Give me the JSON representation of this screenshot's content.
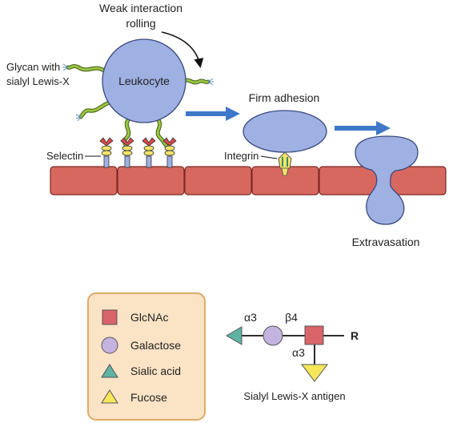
{
  "labels": {
    "weak_interaction": "Weak interaction",
    "rolling": "rolling",
    "glycan_line1": "Glycan with",
    "glycan_line2": "sialyl Lewis-X",
    "leukocyte": "Leukocyte",
    "selectin": "Selectin",
    "firm_adhesion": "Firm adhesion",
    "integrin": "Integrin",
    "extravasation": "Extravasation"
  },
  "legend": {
    "items": [
      {
        "label": "GlcNAc",
        "shape": "square",
        "color": "#d9646a"
      },
      {
        "label": "Galactose",
        "shape": "circle",
        "color": "#c4b3e0"
      },
      {
        "label": "Sialic acid",
        "shape": "triangle",
        "color": "#5fb3a3"
      },
      {
        "label": "Fucose",
        "shape": "triangle",
        "color": "#f5e65a"
      }
    ]
  },
  "antigen": {
    "alpha3_top": "α3",
    "beta4": "β4",
    "alpha3_bottom": "α3",
    "r": "R",
    "title": "Sialyl Lewis-X antigen"
  },
  "colors": {
    "cell": "#9fb0e3",
    "endothelium": "#d7685f",
    "arrow": "#3f78c8",
    "legend_bg": "#fbe3c5",
    "legend_border": "#e0aa66",
    "glycan": "#9bc43f",
    "selectin_red": "#d94a4a",
    "selectin_yellow": "#f3e36a"
  }
}
